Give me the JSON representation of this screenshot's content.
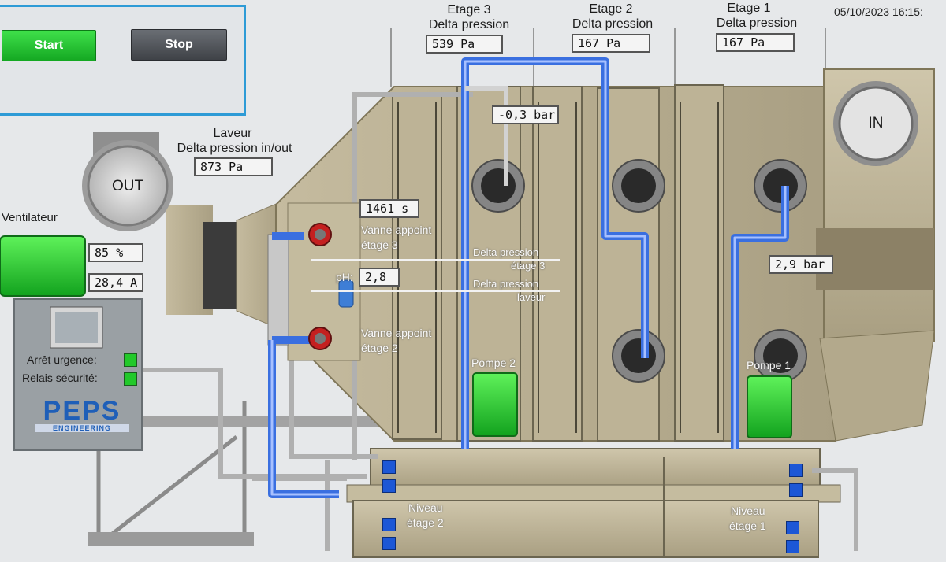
{
  "header": {
    "timestamp": "05/10/2023 16:15:"
  },
  "controls": {
    "start_label": "Start",
    "stop_label": "Stop"
  },
  "stages": [
    {
      "title": "Etage 3",
      "subtitle": "Delta pression",
      "value": "539 Pa"
    },
    {
      "title": "Etage 2",
      "subtitle": "Delta pression",
      "value": "167 Pa"
    },
    {
      "title": "Etage 1",
      "subtitle": "Delta pression",
      "value": "167 Pa"
    }
  ],
  "laveur": {
    "title": "Laveur",
    "subtitle": "Delta pression in/out",
    "value": "873 Pa"
  },
  "duct": {
    "out_label": "OUT",
    "in_label": "IN"
  },
  "ventilateur": {
    "label": "Ventilateur",
    "speed": "85 %",
    "current": "28,4 A"
  },
  "cabinet": {
    "arret_label": "Arrêt urgence:",
    "relais_label": "Relais sécurité:",
    "logo_main": "PEPS",
    "logo_sub": "ENGINEERING"
  },
  "readouts": {
    "timer": "1461 s",
    "ph_label": "pH:",
    "ph_value": "2,8",
    "pressure_top": "-0,3 bar",
    "pressure_right": "2,9 bar"
  },
  "valves": {
    "stage3_line1": "Vanne appoint",
    "stage3_line2": "étage 3",
    "stage2_line1": "Vanne appoint",
    "stage2_line2": "étage 2"
  },
  "sensors": {
    "dp3_line1": "Delta pression",
    "dp3_line2": "étage 3",
    "dpl_line1": "Delta pression",
    "dpl_line2": "laveur"
  },
  "pumps": {
    "pump2": "Pompe 2",
    "pump1": "Pompe 1"
  },
  "levels": {
    "l2_line1": "Niveau",
    "l2_line2": "étage 2",
    "l1_line1": "Niveau",
    "l1_line2": "étage 1"
  },
  "colors": {
    "accent": "#2e9bd6",
    "start": "#22c92a",
    "pipe": "#3a6fe0",
    "body": "#b9ae92"
  }
}
